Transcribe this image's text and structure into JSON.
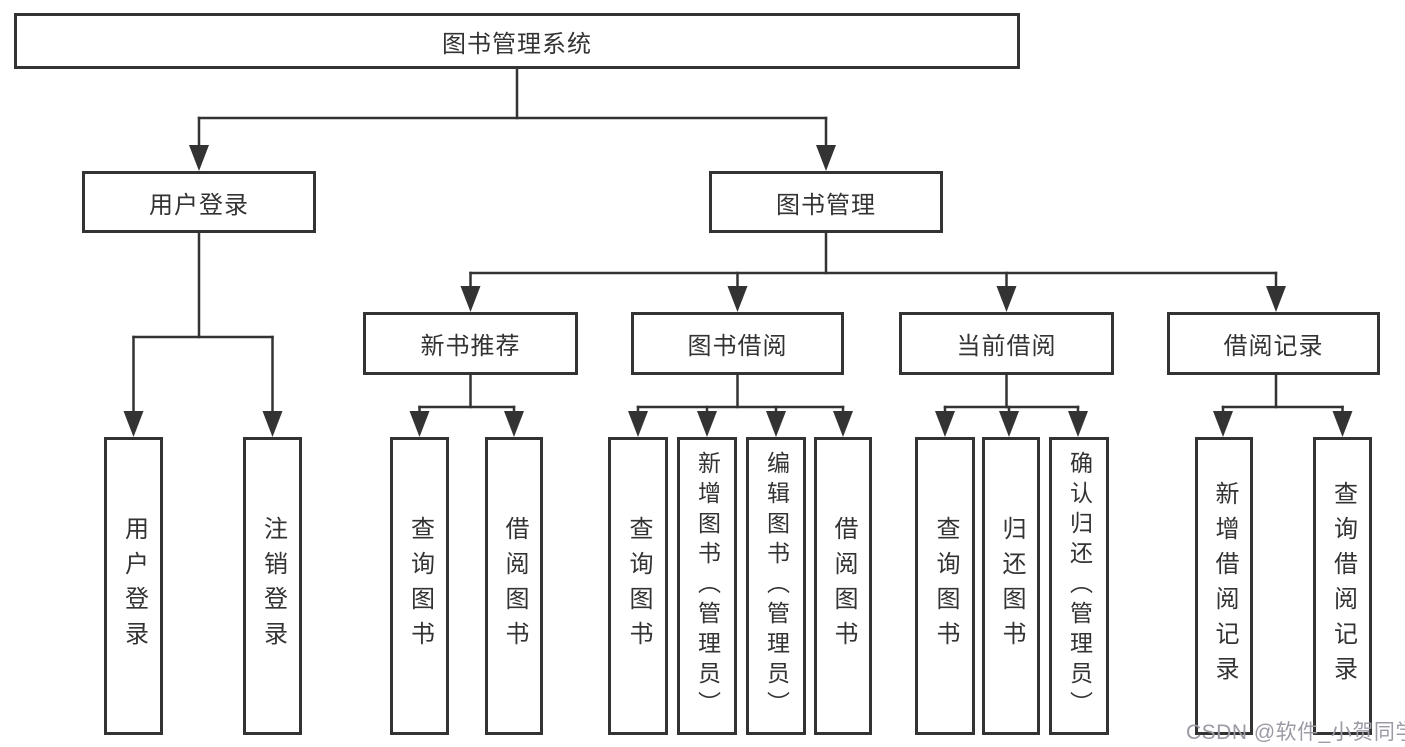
{
  "tree": {
    "root": {
      "label": "图书管理系统"
    },
    "branches": [
      {
        "label": "用户登录",
        "children": [
          {
            "label": "用户登录"
          },
          {
            "label": "注销登录"
          }
        ]
      },
      {
        "label": "图书管理",
        "children": [
          {
            "label": "新书推荐",
            "children": [
              {
                "label": "查询图书"
              },
              {
                "label": "借阅图书"
              }
            ]
          },
          {
            "label": "图书借阅",
            "children": [
              {
                "label": "查询图书"
              },
              {
                "label": "新增图书（管理员）"
              },
              {
                "label": "编辑图书（管理员）"
              },
              {
                "label": "借阅图书"
              }
            ]
          },
          {
            "label": "当前借阅",
            "children": [
              {
                "label": "查询图书"
              },
              {
                "label": "归还图书"
              },
              {
                "label": "确认归还（管理员）"
              }
            ]
          },
          {
            "label": "借阅记录",
            "children": [
              {
                "label": "新增借阅记录"
              },
              {
                "label": "查询借阅记录"
              }
            ]
          }
        ]
      }
    ]
  },
  "watermark": {
    "text": "CSDN @软件_小贺同学",
    "color": "#9b9ba6"
  },
  "colors": {
    "line": "#333333",
    "box_border": "#333333",
    "background": "#ffffff"
  }
}
